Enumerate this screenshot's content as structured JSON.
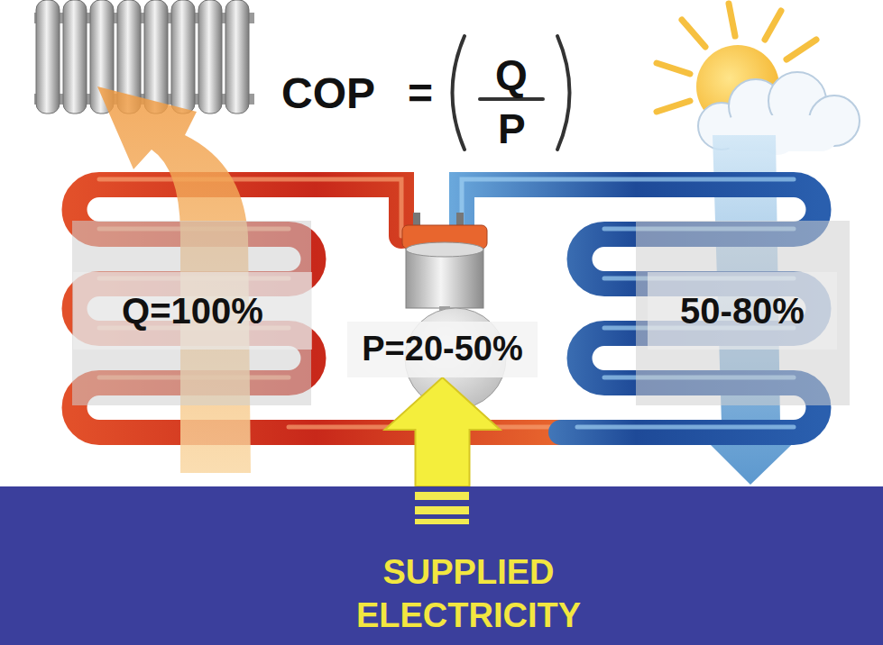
{
  "diagram": {
    "nodes": [
      {
        "text": [
          "Q=100%"
        ]
      },
      {
        "text": [
          "P=20-50%"
        ]
      },
      {
        "text": [
          "50-80%"
        ]
      },
      {
        "text": [
          "SUPPLIED ELECTRICITY"
        ]
      }
    ],
    "edges": [
      {
        "from": 3,
        "to": 1,
        "arrow": "to"
      }
    ],
    "labels": [
      "COP",
      "=",
      "Q",
      "P"
    ]
  }
}
